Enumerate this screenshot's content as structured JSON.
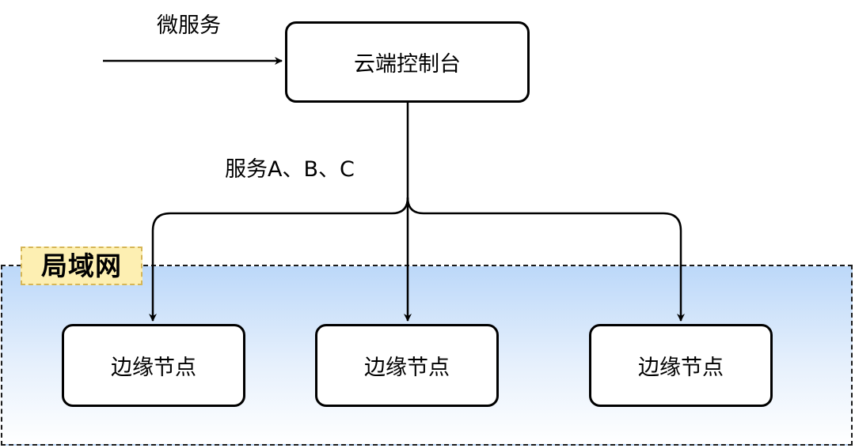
{
  "diagram": {
    "lan_label": "局域网",
    "cloud_console": "云端控制台",
    "microservice_label": "微服务",
    "services_label": "服务A、B、C",
    "edge_nodes": [
      "边缘节点",
      "边缘节点",
      "边缘节点"
    ]
  },
  "colors": {
    "lan_fill_top": "#bcd8f9",
    "lan_badge_fill": "#fdefb2",
    "lan_badge_border": "#d6b656",
    "stroke": "#000000"
  }
}
